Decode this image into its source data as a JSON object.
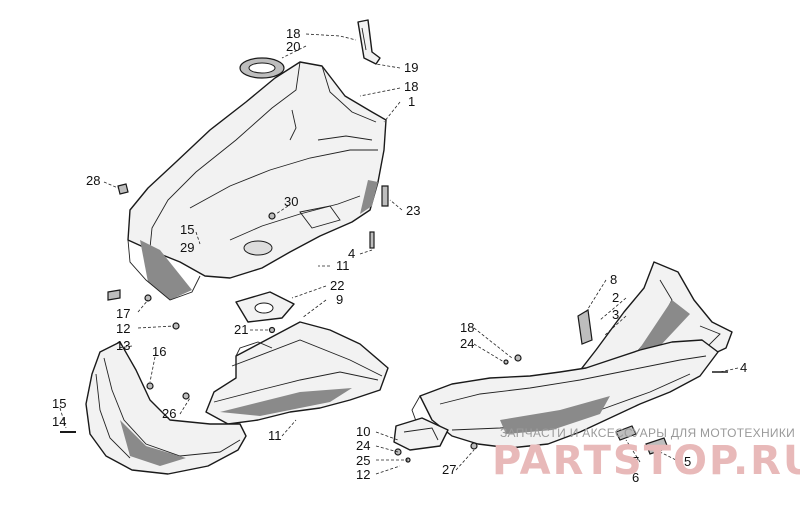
{
  "callouts": {
    "c18a": "18",
    "c20": "20",
    "c19": "19",
    "c18b": "18",
    "c1": "1",
    "c28": "28",
    "c30": "30",
    "c23": "23",
    "c15a": "15",
    "c29": "29",
    "c4a": "4",
    "c11a": "11",
    "c22": "22",
    "c9": "9",
    "c17": "17",
    "c12a": "12",
    "c21": "21",
    "c13": "13",
    "c16": "16",
    "c15b": "15",
    "c14": "14",
    "c26": "26",
    "c11b": "11",
    "c18c": "18",
    "c24a": "24",
    "c8": "8",
    "c2": "2",
    "c3": "3",
    "c4b": "4",
    "c10": "10",
    "c24b": "24",
    "c25": "25",
    "c12b": "12",
    "c27": "27",
    "c7": "7",
    "c5": "5",
    "c6": "6"
  },
  "watermark": {
    "tagline": "ЗАПЧАСТИ И АКСЕССУАРЫ ДЛЯ МОТОТЕХНИКИ",
    "brand": "PARTSTOP.RU"
  }
}
